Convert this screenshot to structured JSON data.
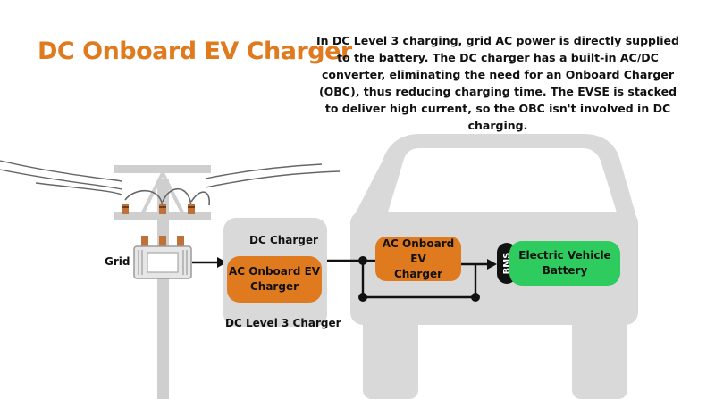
{
  "title": "DC Onboard EV Charger",
  "description": "In DC Level 3 charging, grid AC power is directly supplied to the battery. The DC charger has a built-in AC/DC converter, eliminating the need for an Onboard Charger (OBC), thus reducing charging time. The EVSE is stacked to deliver high current, so the OBC isn't involved in DC charging.",
  "labels": {
    "grid": "Grid",
    "dc_charger": "DC Charger",
    "dc_level3": "DC Level 3 Charger",
    "bms": "BMS"
  },
  "boxes": {
    "charger_ac_onboard": [
      "AC Onboard EV",
      "Charger"
    ],
    "car_ac_onboard": [
      "AC Onboard EV",
      "Charger"
    ],
    "battery": [
      "Electric Vehicle",
      "Battery"
    ]
  },
  "colors": {
    "title": "#e07a1f",
    "orange_box": "#e07a1f",
    "battery": "#2ecc5e",
    "grey_fill": "#d9d9d9",
    "pole": "#cfcfcf",
    "line": "#111111"
  },
  "icons": [
    "utility-pole-icon",
    "transformer-icon",
    "car-silhouette-icon"
  ]
}
